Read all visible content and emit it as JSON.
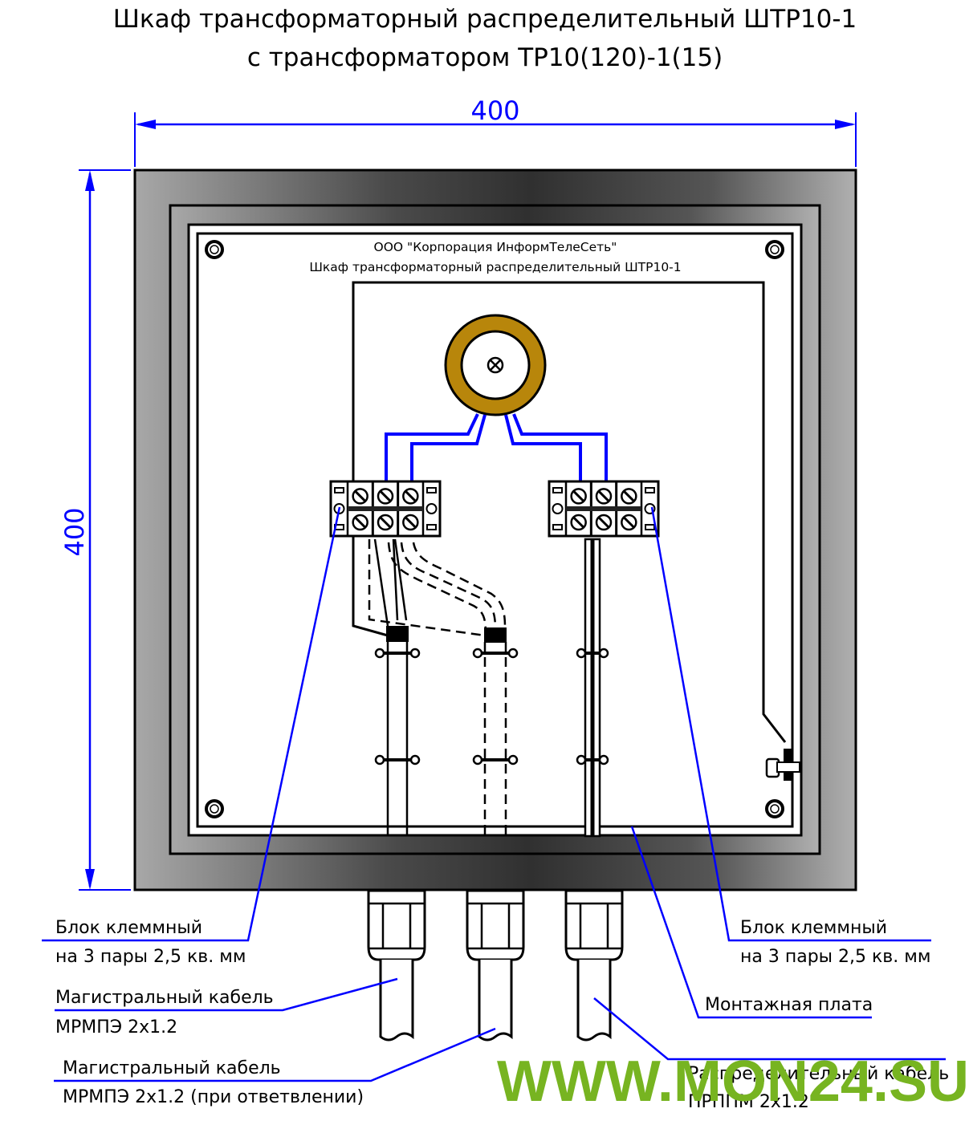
{
  "title": {
    "line1": "Шкаф трансформаторный распределительный ШТР10-1",
    "line2": "с трансформатором ТР10(120)-1(15)"
  },
  "dimensions": {
    "width_label": "400",
    "height_label": "400"
  },
  "plate": {
    "company": "ООО \"Корпорация ИнформТелеСеть\"",
    "product": "Шкаф трансформаторный распределительный ШТР10-1"
  },
  "callouts": {
    "terminal_block_left": {
      "line1": "Блок клеммный",
      "line2": "на 3 пары 2,5 кв. мм"
    },
    "terminal_block_right": {
      "line1": "Блок клеммный",
      "line2": "на 3 пары 2,5 кв. мм"
    },
    "trunk_cable": {
      "line1": "Магистральный кабель",
      "line2": "МРМПЭ 2х1.2"
    },
    "trunk_cable_branch": {
      "line1": "Магистральный кабель",
      "line2": "МРМПЭ 2х1.2 (при ответвлении)"
    },
    "mounting_plate": {
      "line1": "Монтажная плата"
    },
    "distribution_cable": {
      "line1": "Распределительный кабель",
      "line2": "ПРППМ 2х1.2"
    }
  },
  "watermark": "WWW.MON24.SU",
  "colors": {
    "dimension": "#0000ff",
    "transformer_core": "#b8860b",
    "watermark": "#77b421",
    "wire": "#0000ff"
  }
}
